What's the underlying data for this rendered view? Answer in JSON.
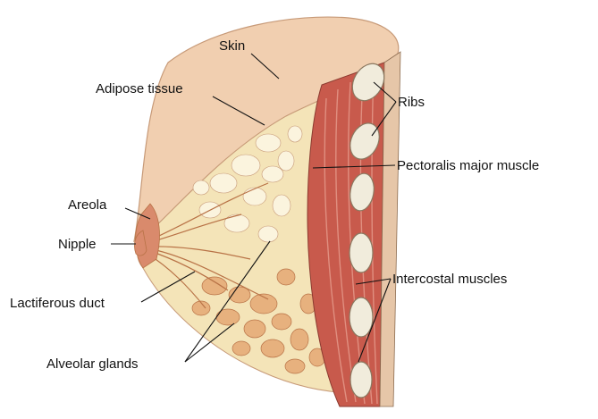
{
  "labels": {
    "skin": "Skin",
    "adipose": "Adipose tissue",
    "ribs": "Ribs",
    "pectoralis": "Pectoralis major muscle",
    "areola": "Areola",
    "nipple": "Nipple",
    "duct": "Lactiferous duct",
    "intercostal": "Intercostal muscles",
    "alveolar": "Alveolar glands"
  },
  "colors": {
    "skin": "#f1cfb0",
    "skin_edge": "#c79a78",
    "adipose": "#f4e4b8",
    "adipose_lobule": "#fbf4de",
    "gland": "#e7b17e",
    "gland_dark": "#b87246",
    "muscle": "#c85a4c",
    "muscle_light": "#e08f80",
    "areola": "#d98a6c",
    "rib": "#f1ecdc",
    "rib_outline": "#8a7860"
  }
}
